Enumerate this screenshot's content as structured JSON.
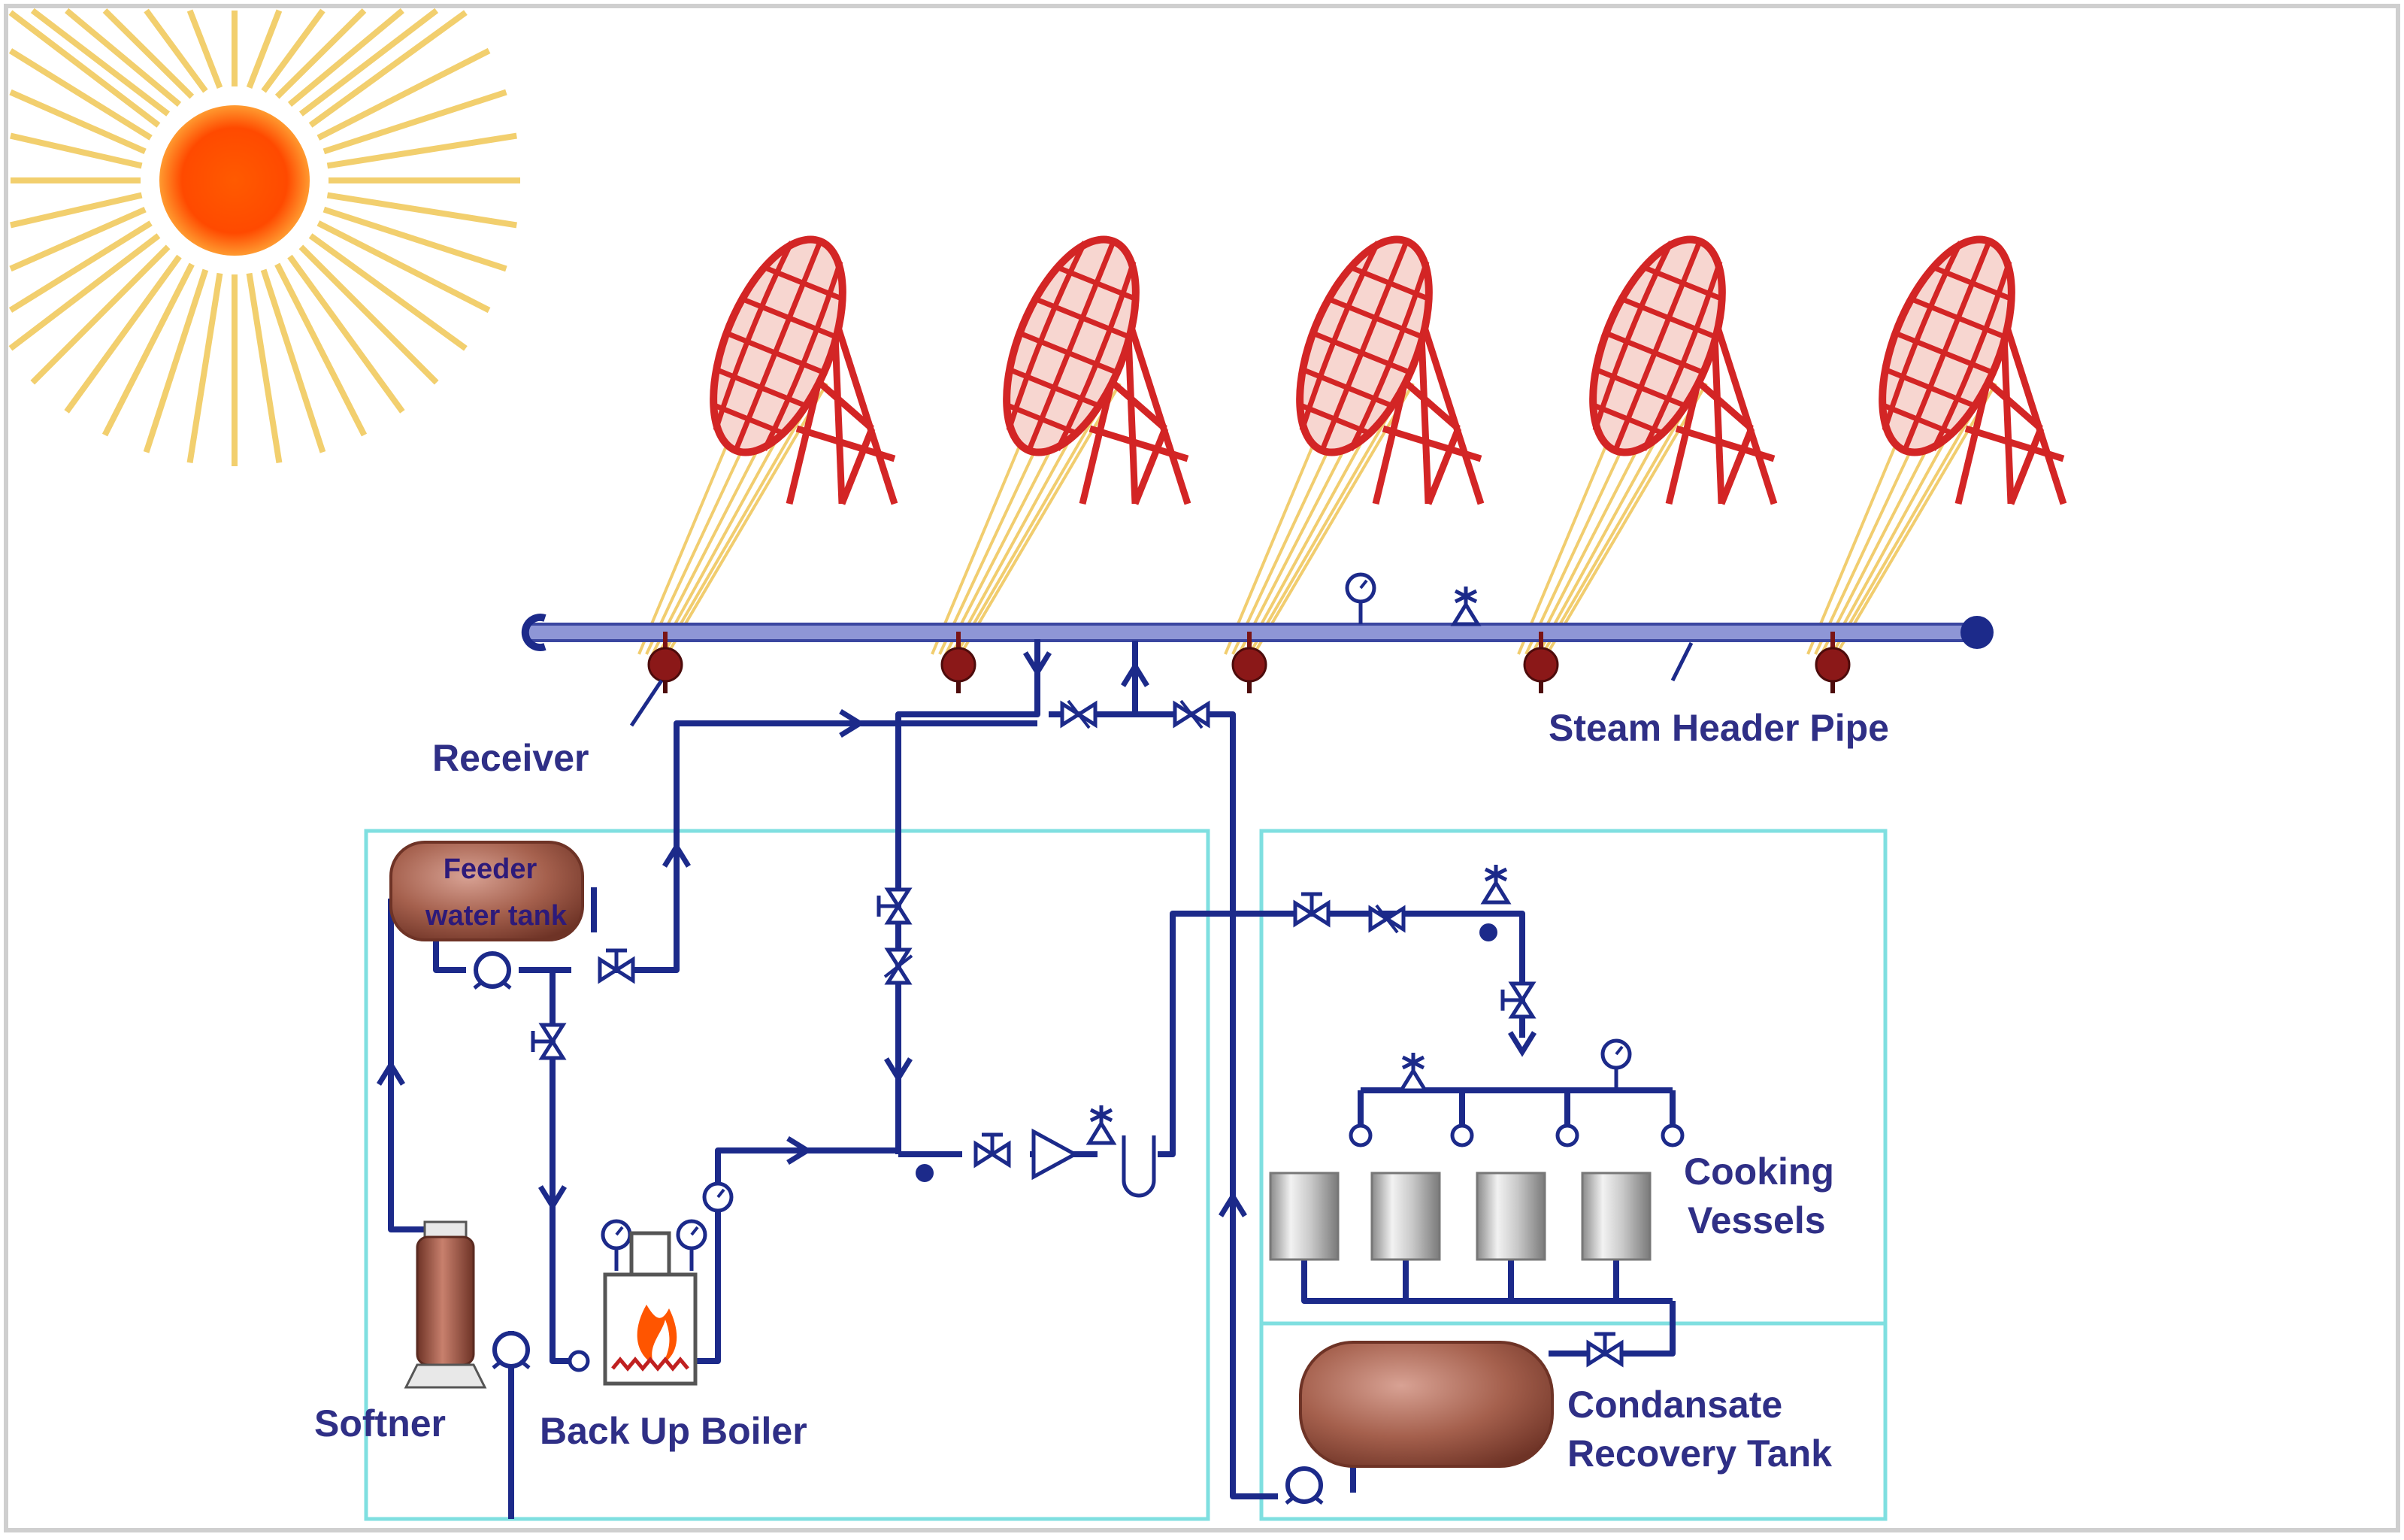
{
  "labels": {
    "receiver": "Receiver",
    "steam_header_pipe": "Steam Header Pipe",
    "feeder_line1": "Feeder",
    "feeder_line2": "water tank",
    "cooking_line1": "Cooking",
    "cooking_line2": "Vessels",
    "softner": "Softner",
    "backup_boiler": "Back Up Boiler",
    "condensate_line1": "Condansate",
    "condensate_line2": "Recovery Tank"
  },
  "colors": {
    "pipe": "#1c2a8a",
    "header_pipe": "#6f78c8",
    "dish": "#d32525",
    "sun_core": "#ff5500",
    "sun_rays": "#f2cf6e",
    "tank": "#9a5a48",
    "box": "#7fdfe0"
  },
  "icons": [
    "sun-icon",
    "parabolic-dish-icon",
    "valve-icon",
    "pump-icon",
    "pressure-gauge-icon",
    "flame-icon"
  ]
}
